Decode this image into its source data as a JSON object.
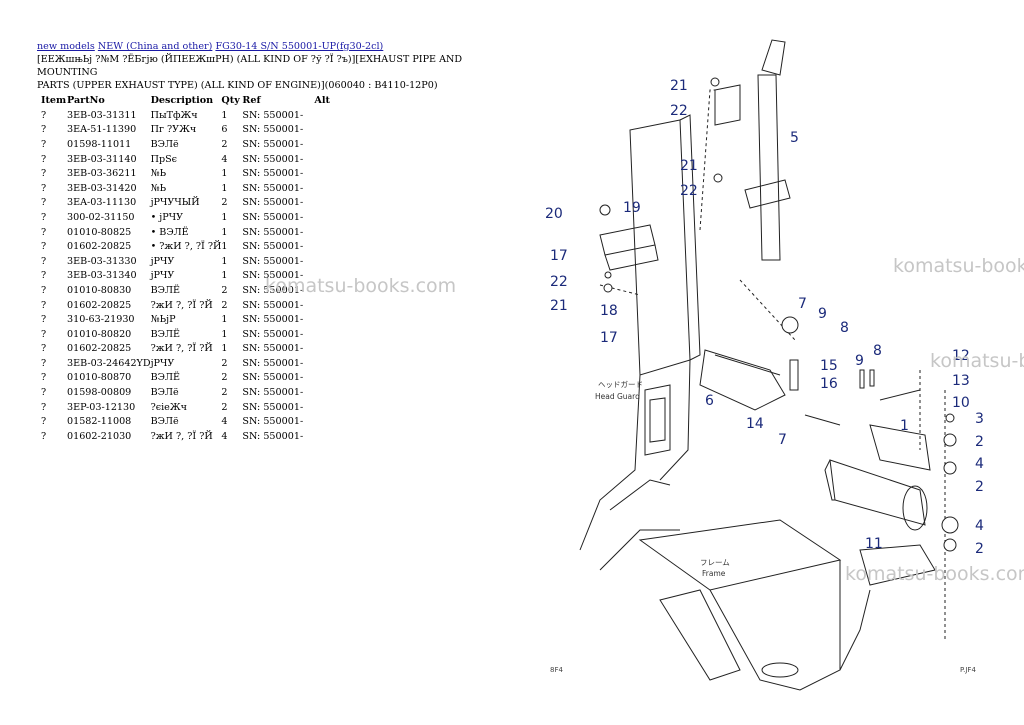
{
  "breadcrumb": {
    "link1": "new models",
    "link2": "NEW (China and other)",
    "link3": "FG30-14 S/N 550001-UP(fg30-2cl)"
  },
  "title_line1": "[ЕЕЖшњЬј ?№М ?ЁБгјю (ЙПЕЕЖшРН) (ALL KIND OF ?ў ?Ї ?ъ)][EXHAUST PIPE AND MOUNTING",
  "title_line2": "PARTS (UPPER EXHAUST TYPE) (ALL KIND OF ENGINE)](060040 : B4110-12P0)",
  "table": {
    "headers": {
      "item": "Item",
      "partno": "PartNo",
      "desc": "Description",
      "qty": "Qty",
      "ref": "Ref",
      "alt": "Alt"
    },
    "rows": [
      {
        "item": "?",
        "partno": "3EB-03-31311",
        "desc": "ПыТфЖч",
        "qty": "1",
        "ref": "SN: 550001-"
      },
      {
        "item": "?",
        "partno": "3EA-51-11390",
        "desc": "Пг ?УЖч",
        "qty": "6",
        "ref": "SN: 550001-"
      },
      {
        "item": "?",
        "partno": "01598-11011",
        "desc": "ВЭЛё",
        "qty": "2",
        "ref": "SN: 550001-"
      },
      {
        "item": "?",
        "partno": "3EB-03-31140",
        "desc": "ПрSє",
        "qty": "4",
        "ref": "SN: 550001-"
      },
      {
        "item": "?",
        "partno": "3EB-03-36211",
        "desc": "№Ь",
        "qty": "1",
        "ref": "SN: 550001-"
      },
      {
        "item": "?",
        "partno": "3EB-03-31420",
        "desc": "№Ь",
        "qty": "1",
        "ref": "SN: 550001-"
      },
      {
        "item": "?",
        "partno": "3EA-03-11130",
        "desc": "јРЧУЧЫЙ",
        "qty": "2",
        "ref": "SN: 550001-"
      },
      {
        "item": "?",
        "partno": "300-02-31150",
        "desc": "• јРЧУ",
        "qty": "1",
        "ref": "SN: 550001-"
      },
      {
        "item": "?",
        "partno": "01010-80825",
        "desc": "• ВЭЛЁ",
        "qty": "1",
        "ref": "SN: 550001-"
      },
      {
        "item": "?",
        "partno": "01602-20825",
        "desc": "• ?жИ ?, ?Ї ?Й",
        "qty": "1",
        "ref": "SN: 550001-"
      },
      {
        "item": "?",
        "partno": "3EB-03-31330",
        "desc": "јРЧУ",
        "qty": "1",
        "ref": "SN: 550001-"
      },
      {
        "item": "?",
        "partno": "3EB-03-31340",
        "desc": "јРЧУ",
        "qty": "1",
        "ref": "SN: 550001-"
      },
      {
        "item": "?",
        "partno": "01010-80830",
        "desc": "ВЭЛЁ",
        "qty": "2",
        "ref": "SN: 550001-"
      },
      {
        "item": "?",
        "partno": "01602-20825",
        "desc": "?жИ ?, ?Ї ?Й",
        "qty": "2",
        "ref": "SN: 550001-"
      },
      {
        "item": "?",
        "partno": "310-63-21930",
        "desc": "№ЬјР",
        "qty": "1",
        "ref": "SN: 550001-"
      },
      {
        "item": "?",
        "partno": "01010-80820",
        "desc": "ВЭЛЁ",
        "qty": "1",
        "ref": "SN: 550001-"
      },
      {
        "item": "?",
        "partno": "01602-20825",
        "desc": "?жИ ?, ?Ї ?Й",
        "qty": "1",
        "ref": "SN: 550001-"
      },
      {
        "item": "?",
        "partno": "3EB-03-24642YD",
        "desc": "јРЧУ",
        "qty": "2",
        "ref": "SN: 550001-"
      },
      {
        "item": "?",
        "partno": "01010-80870",
        "desc": "ВЭЛЁ",
        "qty": "2",
        "ref": "SN: 550001-"
      },
      {
        "item": "?",
        "partno": "01598-00809",
        "desc": "ВЭЛё",
        "qty": "2",
        "ref": "SN: 550001-"
      },
      {
        "item": "?",
        "partno": "3EP-03-12130",
        "desc": "?єіеЖч",
        "qty": "2",
        "ref": "SN: 550001-"
      },
      {
        "item": "?",
        "partno": "01582-11008",
        "desc": "ВЭЛё",
        "qty": "4",
        "ref": "SN: 550001-"
      },
      {
        "item": "?",
        "partno": "01602-21030",
        "desc": "?жИ ?, ?Ї ?Й",
        "qty": "4",
        "ref": "SN: 550001-"
      }
    ]
  },
  "watermark": "komatsu-books.com",
  "diagram": {
    "callouts": [
      "21",
      "22",
      "5",
      "21",
      "22",
      "20",
      "19",
      "17",
      "22",
      "21",
      "18",
      "17",
      "7",
      "9",
      "8",
      "6",
      "15",
      "16",
      "9",
      "8",
      "12",
      "13",
      "10",
      "14",
      "7",
      "1",
      "3",
      "2",
      "4",
      "2",
      "4",
      "2",
      "11"
    ],
    "label_head_guard_jp": "ヘッドガード",
    "label_head_guard": "Head Guard",
    "label_frame_jp": "フレーム",
    "label_frame": "Frame",
    "footer_left": "8F4",
    "footer_right": "P.JF4"
  }
}
